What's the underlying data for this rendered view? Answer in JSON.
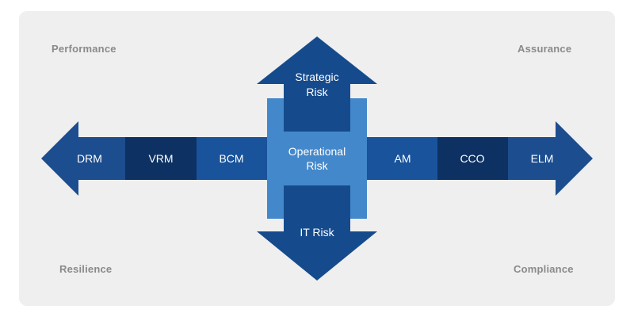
{
  "corners": {
    "top_left": "Performance",
    "top_right": "Assurance",
    "bottom_left": "Resilience",
    "bottom_right": "Compliance"
  },
  "center": {
    "line1": "Operational",
    "line2": "Risk"
  },
  "top_arrow": {
    "line1": "Strategic",
    "line2": "Risk"
  },
  "bottom_arrow": {
    "label": "IT Risk"
  },
  "left_segments": [
    {
      "label": "DRM",
      "color": "#1c4d8e"
    },
    {
      "label": "VRM",
      "color": "#0d3162"
    },
    {
      "label": "BCM",
      "color": "#19539c"
    }
  ],
  "right_segments": [
    {
      "label": "AM",
      "color": "#19539c"
    },
    {
      "label": "CCO",
      "color": "#0d3162"
    },
    {
      "label": "ELM",
      "color": "#1c4d8e"
    }
  ],
  "colors": {
    "card_bg": "#efefef",
    "corner_text": "#8a8a8a",
    "center_light": "#4488cc",
    "vertical_arrow": "#154b8d",
    "label_text": "#ffffff"
  }
}
